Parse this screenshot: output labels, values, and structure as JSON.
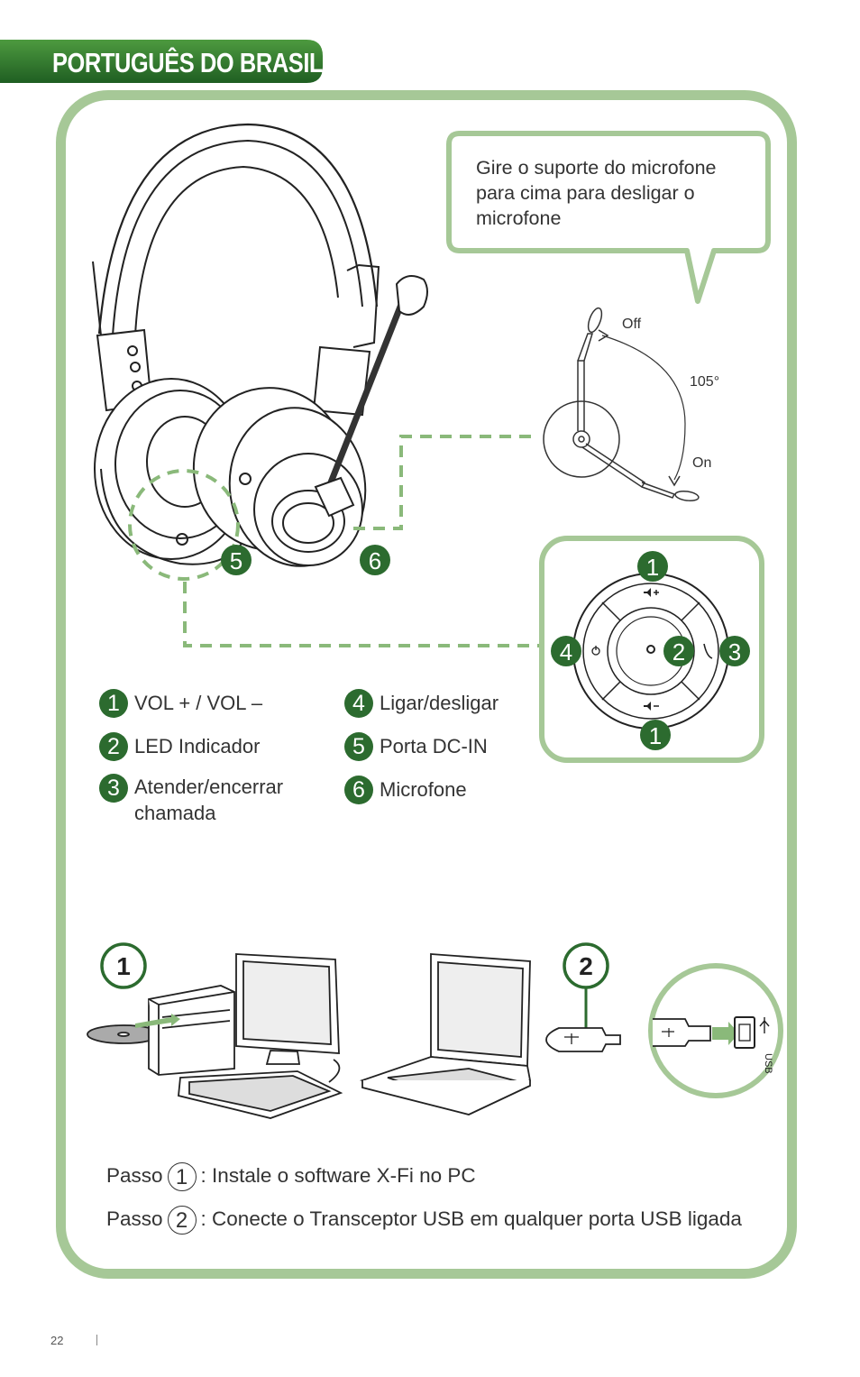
{
  "header": {
    "title": "PORTUGUÊS DO BRASIL"
  },
  "callout": {
    "text": "Gire o suporte do microfone para cima para desligar o microfone"
  },
  "mic_rotation": {
    "off_label": "Off",
    "angle_label": "105°",
    "on_label": "On"
  },
  "callout_numbers": {
    "n1": "1",
    "n2": "2",
    "n3": "3",
    "n4": "4",
    "n5": "5",
    "n6": "6"
  },
  "legend": [
    {
      "num": "1",
      "label": "VOL + / VOL –"
    },
    {
      "num": "2",
      "label": "LED Indicador"
    },
    {
      "num": "3",
      "label": "Atender/encerrar chamada"
    },
    {
      "num": "4",
      "label": "Ligar/desligar"
    },
    {
      "num": "5",
      "label": "Porta DC-IN"
    },
    {
      "num": "6",
      "label": "Microfone"
    }
  ],
  "install": {
    "step1": "1",
    "step2": "2",
    "usb_label": "USB"
  },
  "steps": [
    {
      "prefix": "Passo",
      "num": "1",
      "text": ": Instale o software X-Fi no PC"
    },
    {
      "prefix": "Passo",
      "num": "2",
      "text": ": Conecte o Transceptor USB em qualquer porta USB ligada"
    }
  ],
  "footer": {
    "page": "22"
  },
  "colors": {
    "dark_green": "#2c6b2f",
    "light_green": "#a6c897",
    "dash_green": "#8ab97a"
  }
}
